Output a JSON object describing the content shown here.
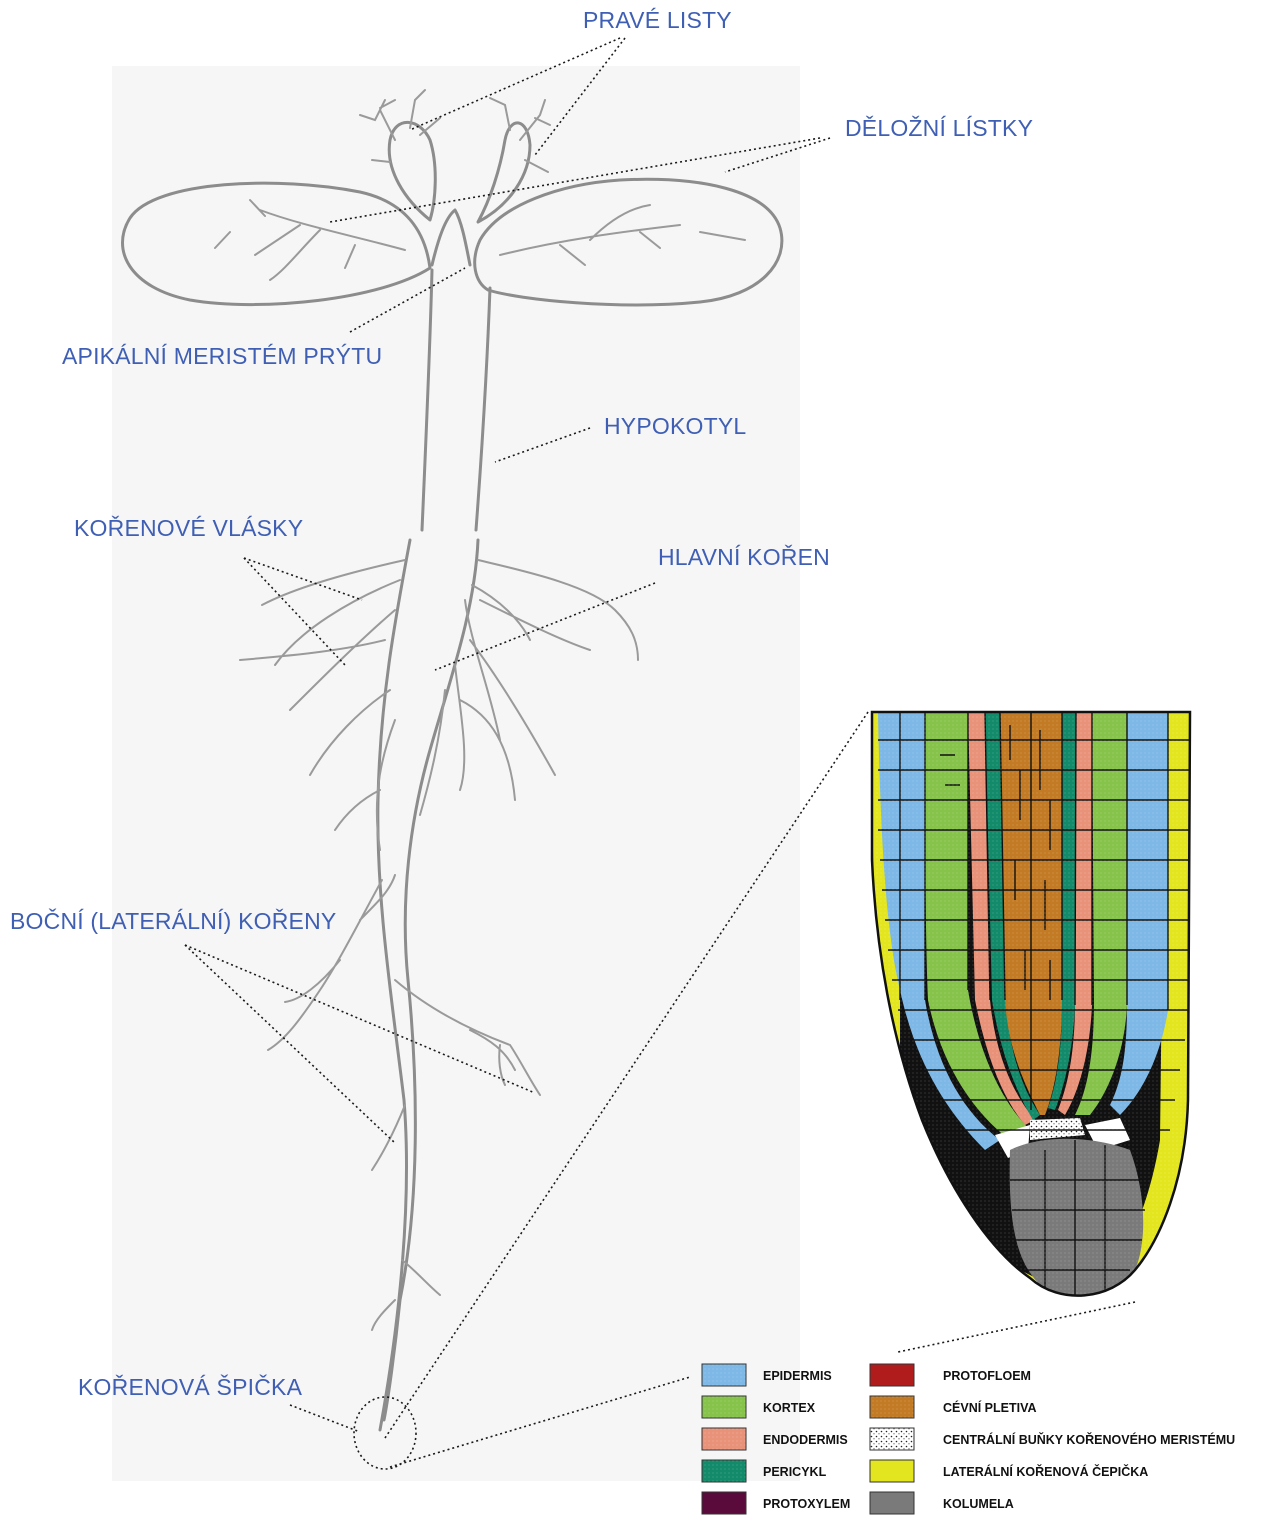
{
  "labels": {
    "prave_listy": "PRAVÉ LISTY",
    "delozni_listky": "DĚLOŽNÍ LÍSTKY",
    "apikalni_meristem": "APIKÁLNÍ MERISTÉM PRÝTU",
    "hypokotyl": "HYPOKOTYL",
    "korenove_vlasky": "KOŘENOVÉ VLÁSKY",
    "hlavni_koren": "HLAVNÍ KOŘEN",
    "bocni_koreny": "BOČNÍ (LATERÁLNÍ) KOŘENY",
    "korenova_spicka": "KOŘENOVÁ ŠPIČKA"
  },
  "legend": [
    {
      "label": "EPIDERMIS",
      "color": "#7db8e6"
    },
    {
      "label": "KORTEX",
      "color": "#86c34a"
    },
    {
      "label": "ENDODERMIS",
      "color": "#e8927a"
    },
    {
      "label": "PERICYKL",
      "color": "#138a6a"
    },
    {
      "label": "PROTOXYLEM",
      "color": "#5b0b3b"
    },
    {
      "label": "PROTOFLOEM",
      "color": "#b01c1c"
    },
    {
      "label": "CÉVNÍ PLETIVA",
      "color": "#c27a24"
    },
    {
      "label": "CENTRÁLNÍ BUŇKY KOŘENOVÉHO MERISTÉMU",
      "color": "#ffffff",
      "pattern": "dotted"
    },
    {
      "label": "LATERÁLNÍ KOŘENOVÁ ČEPIČKA",
      "color": "#e3e61e"
    },
    {
      "label": "KOLUMELA",
      "color": "#7a7a7a"
    }
  ],
  "colors": {
    "label_text": "#3f5fb4",
    "drawing": "#8c8c8c",
    "paper": "#f6f6f6"
  }
}
